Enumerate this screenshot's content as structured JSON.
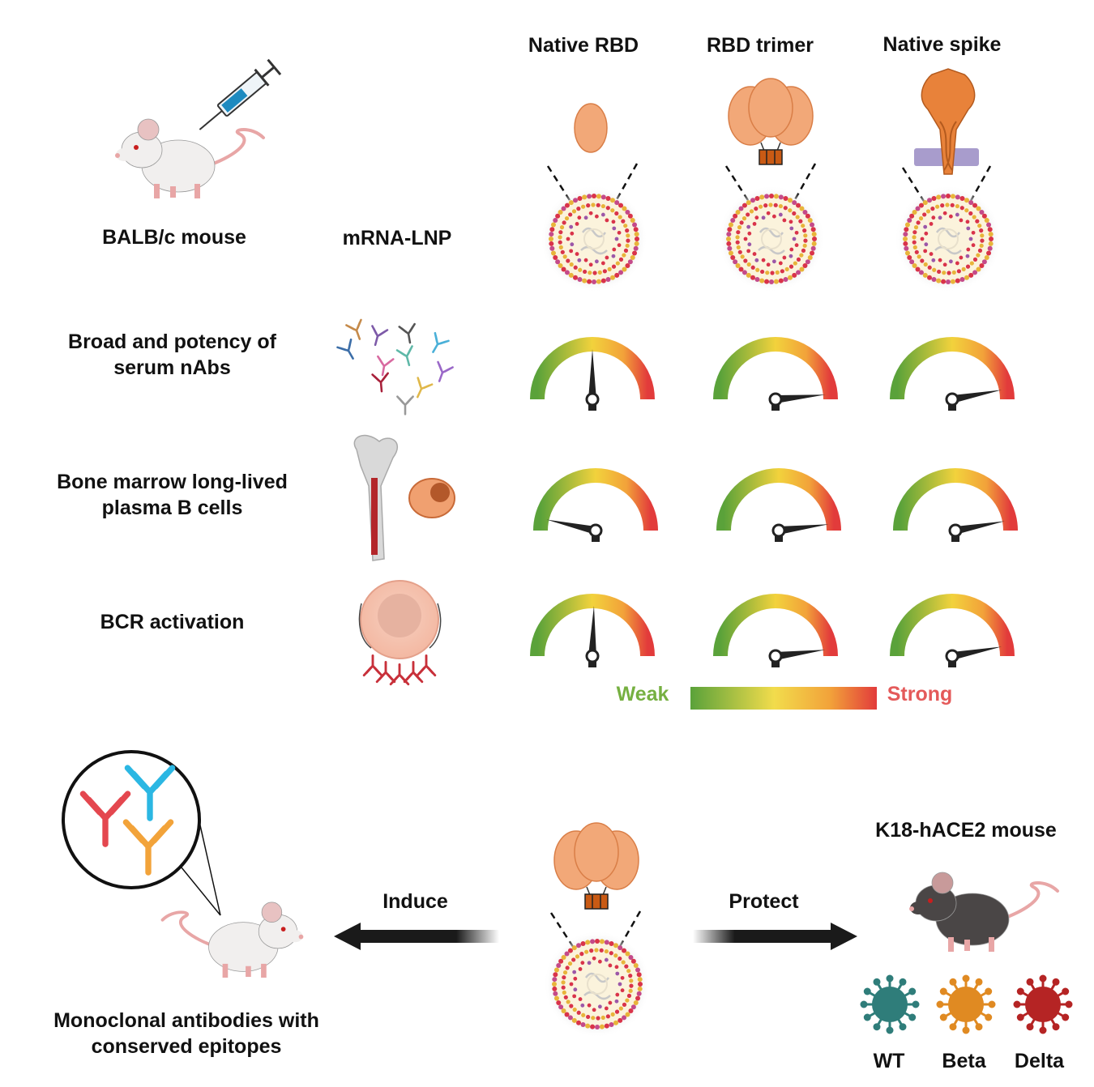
{
  "columns": [
    "Native RBD",
    "RBD trimer",
    "Native spike"
  ],
  "row_labels": {
    "mouse": "BALB/c mouse",
    "lnp": "mRNA-LNP",
    "nabs": "Broad and potency of serum nAbs",
    "plasma": "Bone marrow long-lived plasma B cells",
    "bcr": "BCR activation"
  },
  "gauge_levels": {
    "nabs": [
      0.5,
      0.97,
      0.94
    ],
    "plasma": [
      0.07,
      0.96,
      0.94
    ],
    "bcr": [
      0.51,
      0.96,
      0.94
    ]
  },
  "legend": {
    "weak": "Weak",
    "strong": "Strong",
    "weak_color": "#76b041",
    "strong_color": "#e45a5a"
  },
  "bottom": {
    "induce": "Induce",
    "protect": "Protect",
    "k18": "K18-hACE2 mouse",
    "mabs": "Monoclonal antibodies with conserved epitopes",
    "variants": [
      "WT",
      "Beta",
      "Delta"
    ]
  },
  "colors": {
    "rbd": "#f2a878",
    "spike": "#e8823a",
    "wt_virus": "#2f7d7a",
    "beta_virus": "#e08a22",
    "delta_virus": "#b52424",
    "ab_red": "#e4474f",
    "ab_cyan": "#2bb7e3",
    "ab_orange": "#f2a33a"
  }
}
